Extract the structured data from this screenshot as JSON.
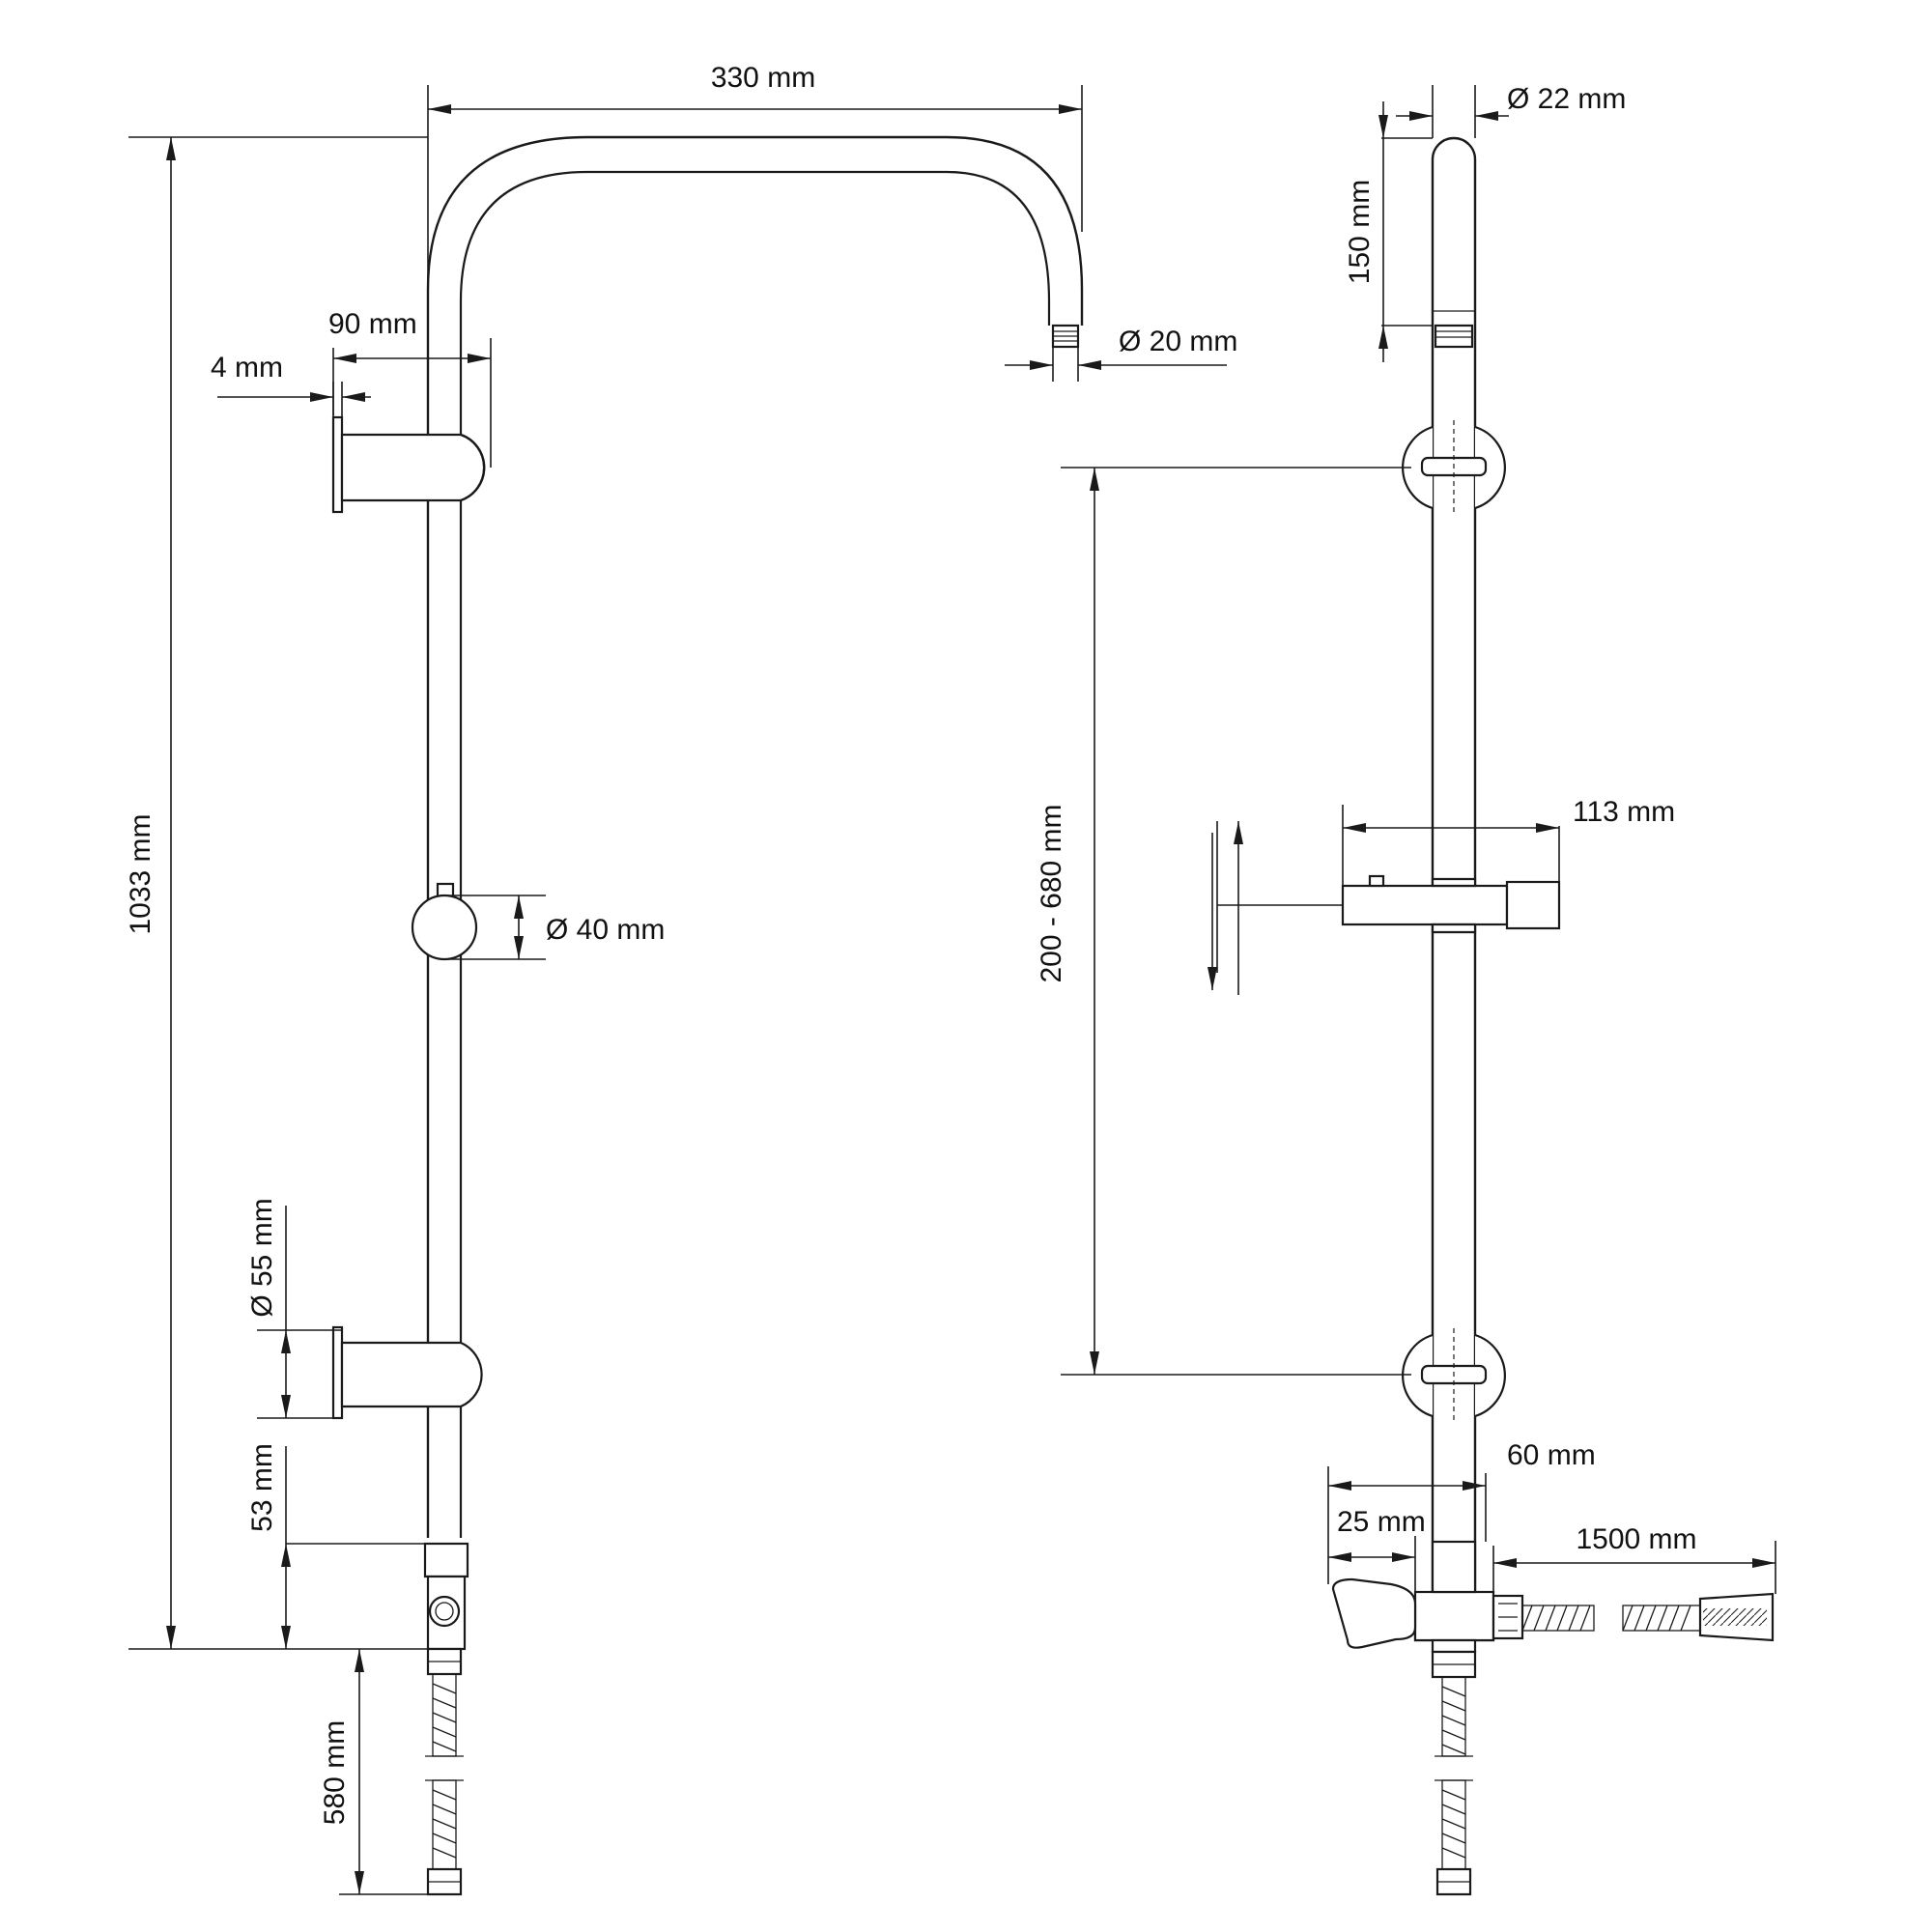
{
  "labels": {
    "arm_reach": "330 mm",
    "wall_offset": "90 mm",
    "wall_plate": "4 mm",
    "head_connector": "Ø 20 mm",
    "total_height": "1033 mm",
    "diverter": "Ø 40 mm",
    "bracket": "Ø 55 mm",
    "bottom_gap": "53 mm",
    "inlet_hose": "580 mm",
    "rail_diameter": "Ø 22 mm",
    "top_cap": "150 mm",
    "bracket_spacing": "200 - 680  mm",
    "slider_width": "113 mm",
    "valve_depth": "60 mm",
    "valve_offset": "25 mm",
    "hand_hose": "1500 mm"
  }
}
